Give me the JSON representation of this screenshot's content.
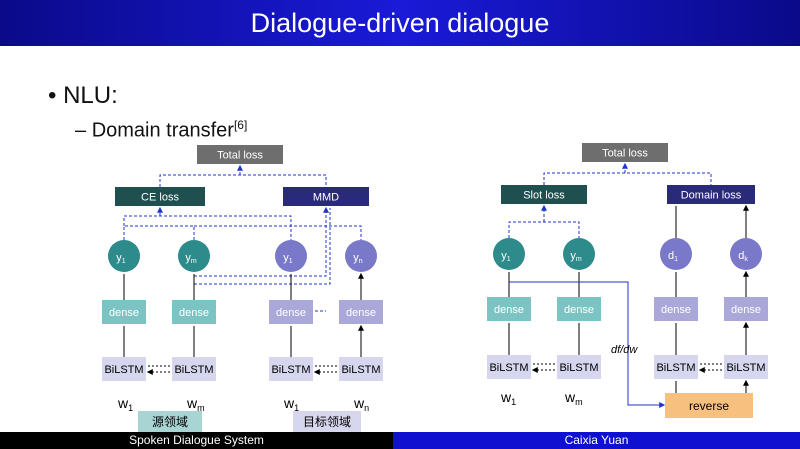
{
  "slide": {
    "title": "Dialogue-driven dialogue",
    "bullet": "NLU:",
    "sub_bullet": "Domain transfer",
    "sub_bullet_ref": "[6]"
  },
  "footer": {
    "left": "Spoken Dialogue System",
    "right": "Caixia Yuan"
  },
  "left_diagram": {
    "total_loss": "Total loss",
    "ce_loss": "CE loss",
    "mmd": "MMD",
    "y1a": "y",
    "y1a_sub": "1",
    "yma": "y",
    "yma_sub": "m",
    "y1b": "y",
    "y1b_sub": "1",
    "ynb": "y",
    "ynb_sub": "n",
    "dense": "dense",
    "bilstm": "BiLSTM",
    "w1": "w",
    "w1_sub": "1",
    "wm": "w",
    "wm_sub": "m",
    "w1b": "w",
    "w1b_sub": "1",
    "wn": "w",
    "wn_sub": "n",
    "source_domain": "源领域",
    "target_domain": "目标领域"
  },
  "right_diagram": {
    "total_loss": "Total loss",
    "slot_loss": "Slot loss",
    "domain_loss": "Domain loss",
    "y1": "y",
    "y1_sub": "1",
    "ym": "y",
    "ym_sub": "m",
    "d1": "d",
    "d1_sub": "1",
    "dk": "d",
    "dk_sub": "k",
    "dense": "dense",
    "bilstm": "BiLSTM",
    "w1": "w",
    "w1_sub": "1",
    "wm": "w",
    "wm_sub": "m",
    "dfdw": "df/dw",
    "reverse": "reverse"
  },
  "colors": {
    "title_bar": "#1a1ad8",
    "teal": "#7cc4c4",
    "teal_dark": "#1f4f4f",
    "navy": "#2a2a7a",
    "purple_box": "#a9a8d8",
    "purple_light": "#d6d6ee",
    "circle_teal": "#2d8b8b",
    "circle_purple": "#7a78c8",
    "orange": "#f8c07e",
    "gray": "#6e6e6e",
    "blue_line": "#2233cc"
  }
}
